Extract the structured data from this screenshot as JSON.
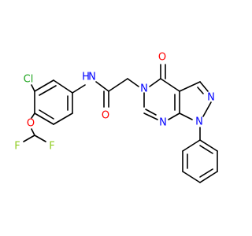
{
  "molecule": {
    "atoms": {
      "cl": {
        "text": "Cl",
        "color": "#1fa51f"
      },
      "o_ether": {
        "text": "O",
        "color": "#ff0000"
      },
      "f1": {
        "text": "F",
        "color": "#8fcc1f"
      },
      "f2": {
        "text": "F",
        "color": "#8fcc1f"
      },
      "nh_n": {
        "text": "N",
        "color": "#0000ff"
      },
      "nh_h": {
        "text": "H",
        "color": "#0000ff"
      },
      "o_amide": {
        "text": "O",
        "color": "#ff0000"
      },
      "n5": {
        "text": "N",
        "color": "#0000ff"
      },
      "o_ketone": {
        "text": "O",
        "color": "#ff0000"
      },
      "n_ring": {
        "text": "N",
        "color": "#0000ff"
      },
      "n2": {
        "text": "N",
        "color": "#0000ff"
      },
      "n1": {
        "text": "N",
        "color": "#0000ff"
      }
    }
  }
}
